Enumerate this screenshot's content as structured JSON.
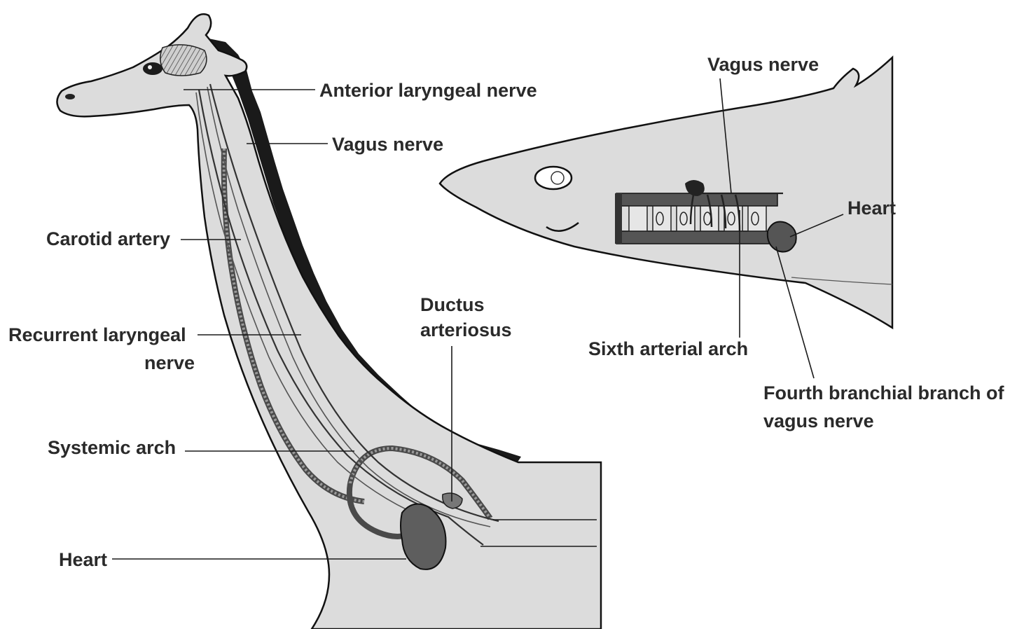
{
  "giraffe": {
    "labels": {
      "anterior_laryngeal_nerve": "Anterior laryngeal nerve",
      "vagus_nerve": "Vagus nerve",
      "carotid_artery": "Carotid artery",
      "recurrent_laryngeal_line1": "Recurrent laryngeal",
      "recurrent_laryngeal_line2": "nerve",
      "ductus_line1": "Ductus",
      "ductus_line2": "arteriosus",
      "systemic_arch": "Systemic arch",
      "heart": "Heart"
    }
  },
  "shark": {
    "labels": {
      "vagus_nerve": "Vagus nerve",
      "heart": "Heart",
      "sixth_arterial_arch": "Sixth arterial arch",
      "fourth_branch_line1": "Fourth branchial branch of",
      "fourth_branch_line2": "vagus nerve"
    }
  },
  "colors": {
    "body": "#dcdcdc",
    "outline": "#111111",
    "mane": "#1a1a1a",
    "vessel": "#4a4a4a",
    "label_text": "#2a2a2a"
  }
}
